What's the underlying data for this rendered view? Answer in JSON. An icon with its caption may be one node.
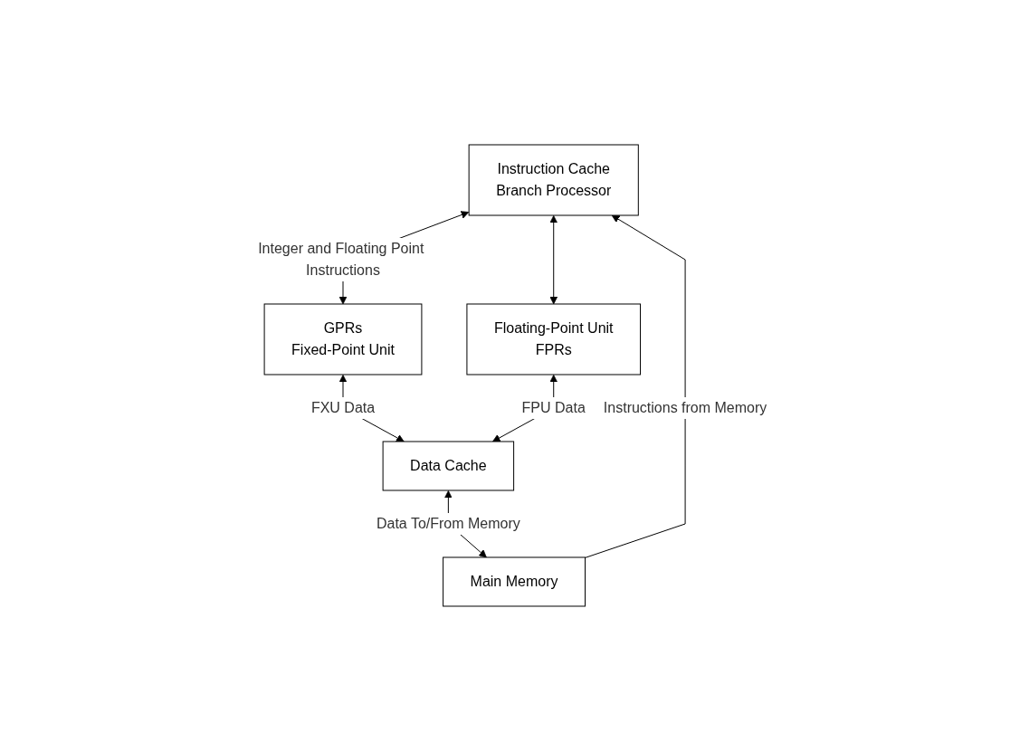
{
  "diagram": {
    "nodes": [
      {
        "text": [
          "Instruction Cache",
          "Branch Processor"
        ]
      },
      {
        "text": [
          "GPRs",
          "Fixed-Point Unit"
        ]
      },
      {
        "text": [
          "Floating-Point Unit",
          "FPRs"
        ]
      },
      {
        "text": [
          "Data Cache"
        ]
      },
      {
        "text": [
          "Main Memory"
        ]
      }
    ],
    "edges": [
      {
        "from": 0,
        "to": 1,
        "arrow": "both",
        "label": "Integer and Floating Point Instructions"
      },
      {
        "from": 0,
        "to": 2,
        "arrow": "both"
      },
      {
        "from": 1,
        "to": 3,
        "arrow": "both",
        "label": "FXU Data"
      },
      {
        "from": 2,
        "to": 3,
        "arrow": "both",
        "label": "FPU Data"
      },
      {
        "from": 3,
        "to": 4,
        "arrow": "both",
        "label": "Data To/From Memory"
      },
      {
        "from": 4,
        "to": 0,
        "arrow": "to",
        "label": "Instructions from Memory"
      }
    ]
  }
}
